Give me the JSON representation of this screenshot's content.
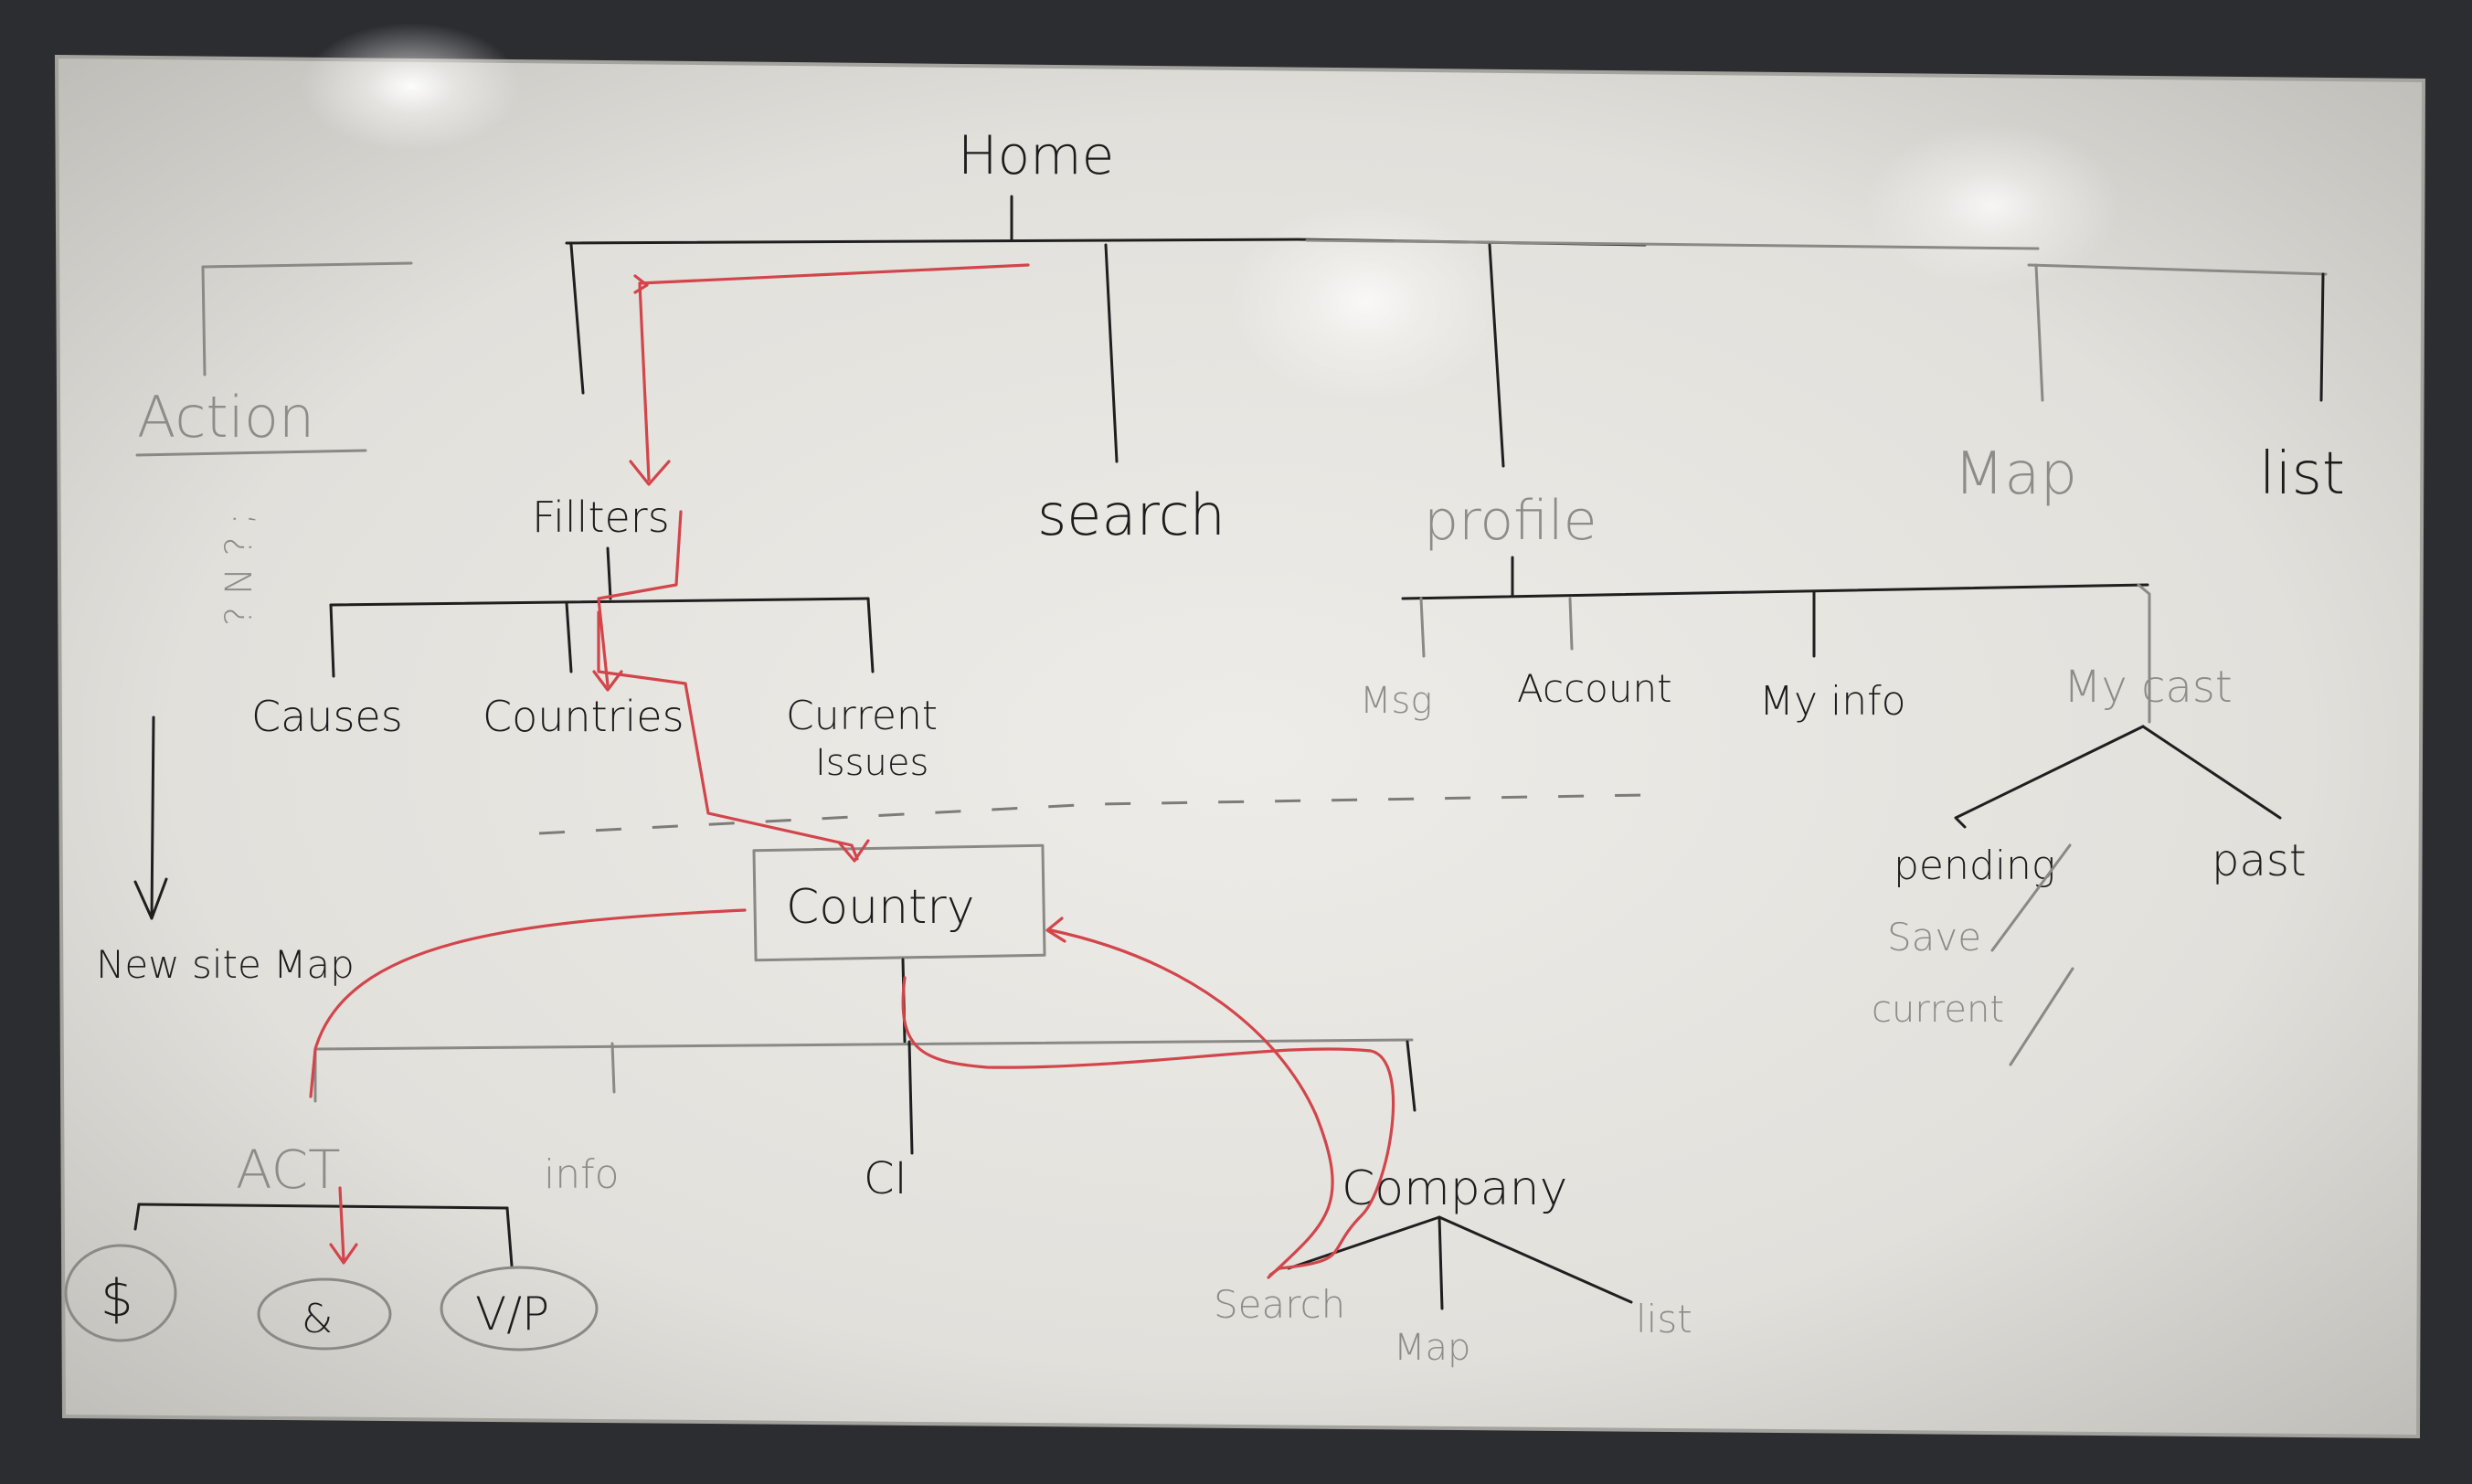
{
  "whiteboard": {
    "root": "Home",
    "top_level": {
      "action": "Action",
      "filters": "Fillters",
      "search": "search",
      "profile": "profile",
      "map": "Map",
      "list": "list"
    },
    "filters_children": [
      "Causes",
      "Countries",
      "Current",
      "Issues"
    ],
    "profile_children": [
      "Msg",
      "Account",
      "My info",
      "My cast"
    ],
    "my_cast_children": [
      "pending",
      "past"
    ],
    "pending_notes": [
      "Save",
      "current"
    ],
    "action_note": "New site Map",
    "action_side_note": "? N ? ;",
    "country_box": "Country",
    "country_children": [
      "ACT",
      "info",
      "CI",
      "Company"
    ],
    "act_children": [
      "$",
      "&",
      "V/P"
    ],
    "company_children": [
      "Search",
      "Map",
      "list"
    ]
  },
  "colors": {
    "board": "#e8e6e1",
    "frame": "#2c2d31",
    "ink": "#1f1f1f",
    "faint_ink": "#8a8985",
    "red_marker": "#d2454b"
  }
}
